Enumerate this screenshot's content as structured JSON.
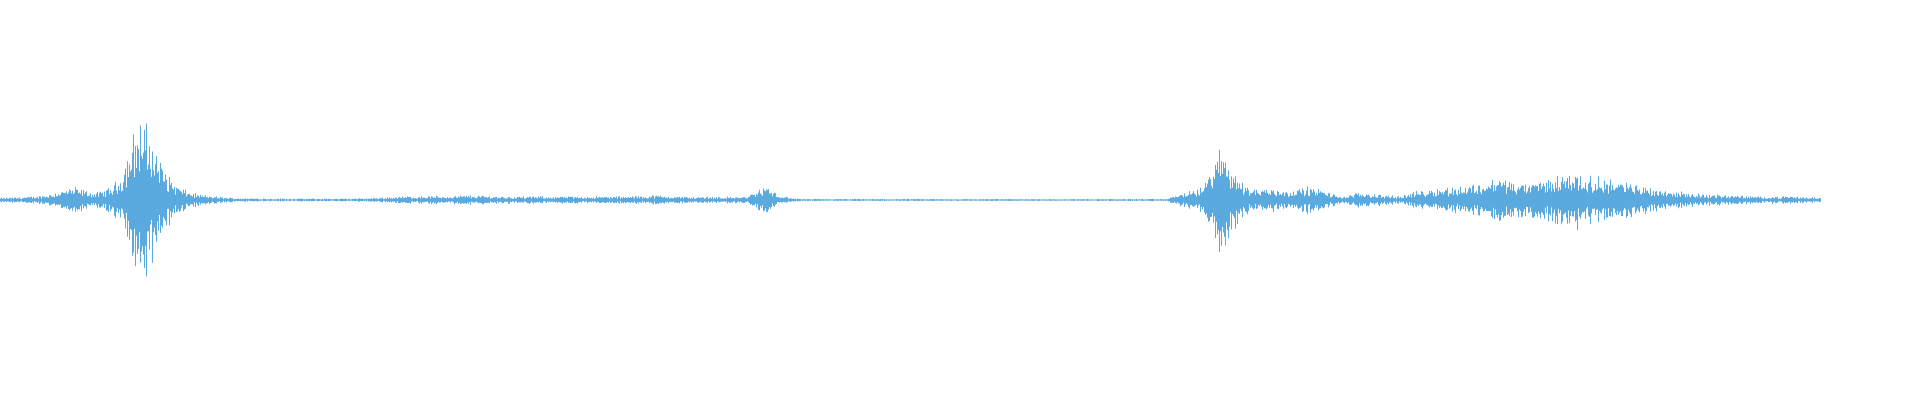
{
  "waveform": {
    "color": "#5aaae0",
    "background": "#ffffff",
    "envelope": [
      0.012,
      0.014,
      0.016,
      0.018,
      0.022,
      0.03,
      0.045,
      0.06,
      0.07,
      0.055,
      0.04,
      0.05,
      0.08,
      0.14,
      0.33,
      0.46,
      0.38,
      0.24,
      0.14,
      0.08,
      0.05,
      0.035,
      0.025,
      0.02,
      0.015,
      0.012,
      0.01,
      0.01,
      0.009,
      0.008,
      0.008,
      0.008,
      0.008,
      0.008,
      0.008,
      0.008,
      0.008,
      0.008,
      0.009,
      0.01,
      0.012,
      0.015,
      0.018,
      0.02,
      0.022,
      0.022,
      0.022,
      0.022,
      0.022,
      0.024,
      0.026,
      0.026,
      0.024,
      0.022,
      0.02,
      0.02,
      0.02,
      0.02,
      0.02,
      0.02,
      0.02,
      0.02,
      0.02,
      0.02,
      0.02,
      0.02,
      0.02,
      0.02,
      0.022,
      0.024,
      0.026,
      0.024,
      0.022,
      0.02,
      0.018,
      0.018,
      0.018,
      0.018,
      0.018,
      0.018,
      0.02,
      0.05,
      0.08,
      0.04,
      0.02,
      0.01,
      0.006,
      0.006,
      0.006,
      0.006,
      0.006,
      0.006,
      0.006,
      0.006,
      0.006,
      0.006,
      0.006,
      0.006,
      0.006,
      0.006,
      0.006,
      0.006,
      0.006,
      0.006,
      0.006,
      0.006,
      0.006,
      0.006,
      0.006,
      0.006,
      0.006,
      0.006,
      0.006,
      0.006,
      0.006,
      0.006,
      0.006,
      0.006,
      0.006,
      0.006,
      0.006,
      0.006,
      0.006,
      0.006,
      0.006,
      0.006,
      0.03,
      0.045,
      0.05,
      0.09,
      0.22,
      0.3,
      0.18,
      0.1,
      0.07,
      0.06,
      0.07,
      0.06,
      0.055,
      0.06,
      0.075,
      0.065,
      0.05,
      0.03,
      0.02,
      0.035,
      0.045,
      0.035,
      0.03,
      0.025,
      0.02,
      0.04,
      0.05,
      0.06,
      0.065,
      0.07,
      0.075,
      0.08,
      0.09,
      0.1,
      0.12,
      0.13,
      0.1,
      0.09,
      0.1,
      0.11,
      0.12,
      0.14,
      0.16,
      0.15,
      0.13,
      0.12,
      0.13,
      0.11,
      0.1,
      0.09,
      0.08,
      0.07,
      0.06,
      0.05,
      0.045,
      0.04,
      0.035,
      0.03,
      0.03,
      0.028,
      0.026,
      0.024,
      0.02,
      0.02,
      0.02,
      0.02,
      0.02,
      0.018,
      0.016,
      0.014
    ]
  }
}
